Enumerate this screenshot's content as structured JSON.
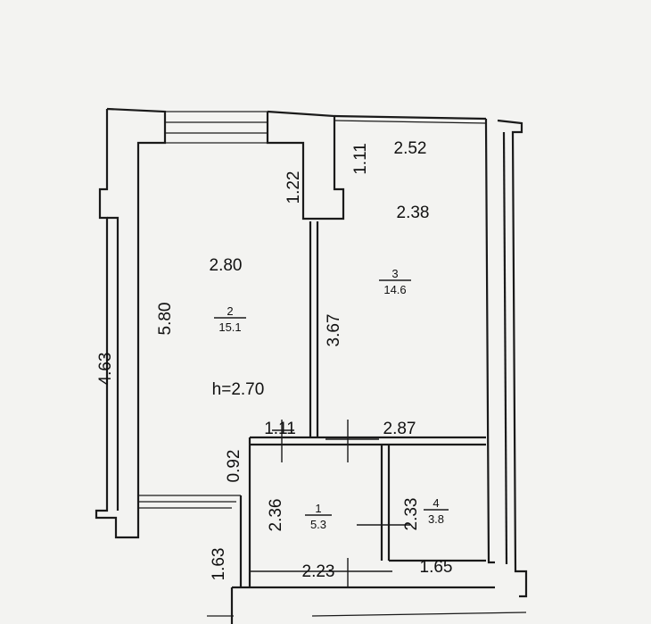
{
  "colors": {
    "background": "#f3f3f1",
    "ink": "#1a1a1a"
  },
  "rooms": {
    "room_1": {
      "number": "1",
      "area": "5.3"
    },
    "room_2": {
      "number": "2",
      "area": "15.1"
    },
    "room_3": {
      "number": "3",
      "area": "14.6"
    },
    "room_4": {
      "number": "4",
      "area": "3.8"
    }
  },
  "dimensions": {
    "d_2_52": "2.52",
    "d_1_11_top": "1.11",
    "d_1_22": "1.22",
    "d_2_38": "2.38",
    "d_2_80": "2.80",
    "d_5_80": "5.80",
    "d_3_67": "3.67",
    "d_4_63": "4.63",
    "ceiling_height": "h=2.70",
    "d_1_11_bottom": "1.11",
    "d_2_87": "2.87",
    "d_0_92": "0.92",
    "d_2_36": "2.36",
    "d_2_33": "2.33",
    "d_1_63": "1.63",
    "d_2_23": "2.23",
    "d_1_65": "1.65"
  }
}
